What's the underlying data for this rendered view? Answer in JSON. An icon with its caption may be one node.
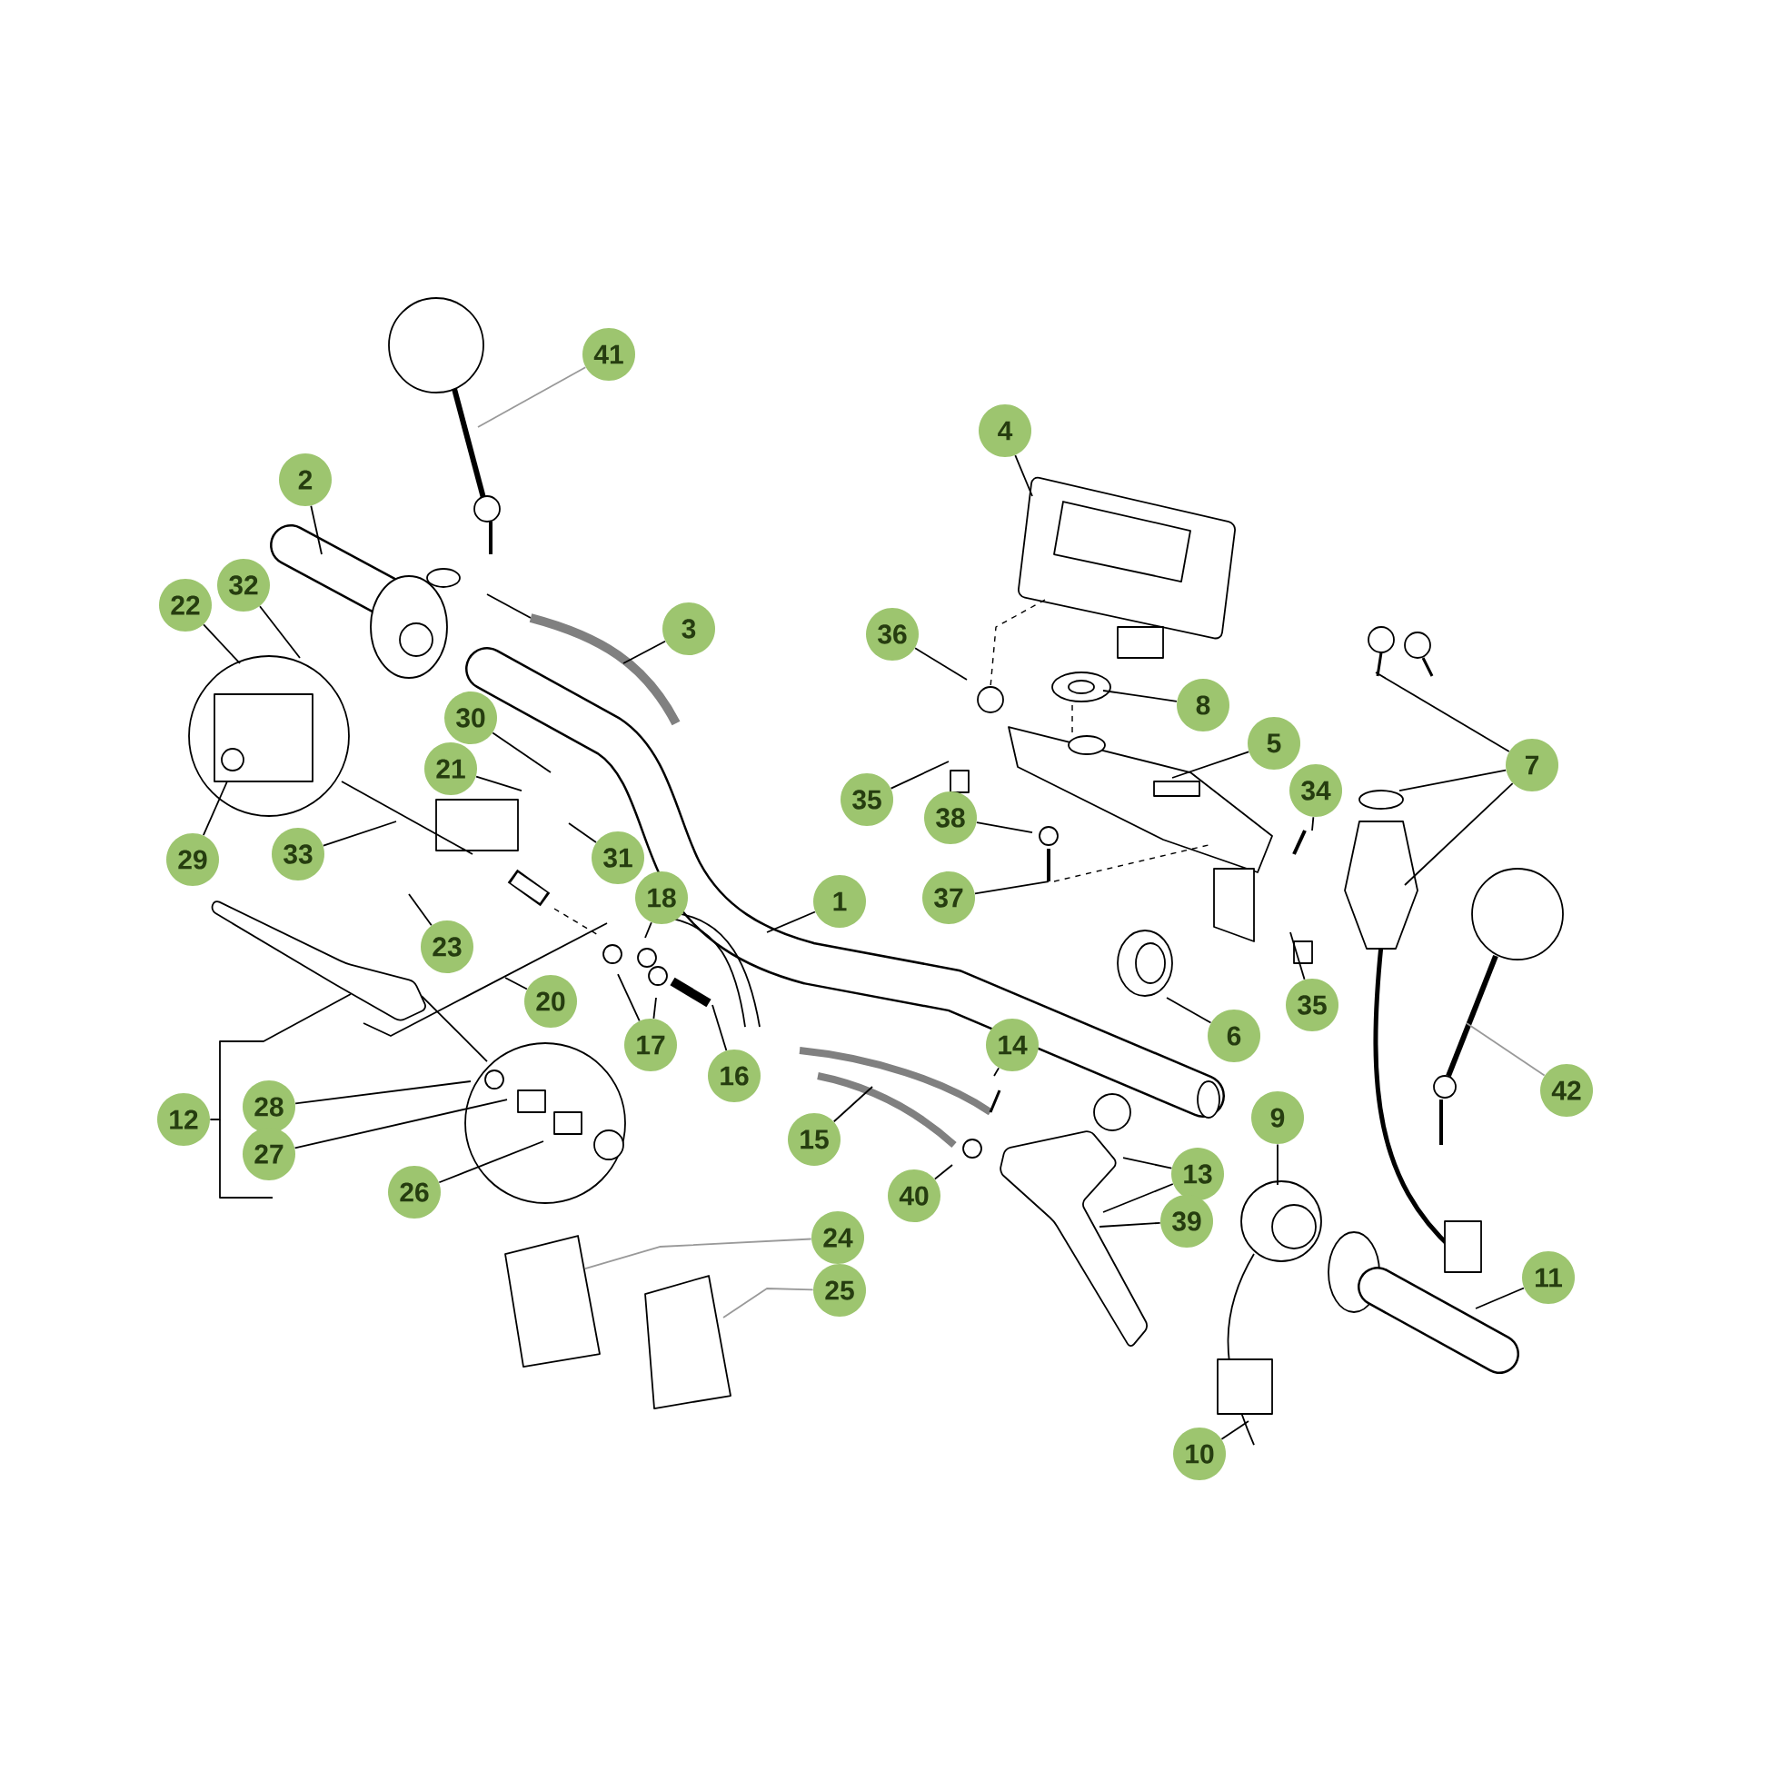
{
  "diagram": {
    "nodes": [
      {
        "text": [
          "41"
        ]
      },
      {
        "text": [
          "4"
        ]
      },
      {
        "text": [
          "2"
        ]
      },
      {
        "text": [
          "32"
        ]
      },
      {
        "text": [
          "22"
        ]
      },
      {
        "text": [
          "3"
        ]
      },
      {
        "text": [
          "36"
        ]
      },
      {
        "text": [
          "8"
        ]
      },
      {
        "text": [
          "30"
        ]
      },
      {
        "text": [
          "5"
        ]
      },
      {
        "text": [
          "7"
        ]
      },
      {
        "text": [
          "21"
        ]
      },
      {
        "text": [
          "34"
        ]
      },
      {
        "text": [
          "35"
        ]
      },
      {
        "text": [
          "38"
        ]
      },
      {
        "text": [
          "33"
        ]
      },
      {
        "text": [
          "31"
        ]
      },
      {
        "text": [
          "29"
        ]
      },
      {
        "text": [
          "37"
        ]
      },
      {
        "text": [
          "1"
        ]
      },
      {
        "text": [
          "18"
        ]
      },
      {
        "text": [
          "23"
        ]
      },
      {
        "text": [
          "20"
        ]
      },
      {
        "text": [
          "35"
        ]
      },
      {
        "text": [
          "6"
        ]
      },
      {
        "text": [
          "17"
        ]
      },
      {
        "text": [
          "14"
        ]
      },
      {
        "text": [
          "16"
        ]
      },
      {
        "text": [
          "42"
        ]
      },
      {
        "text": [
          "28"
        ]
      },
      {
        "text": [
          "9"
        ]
      },
      {
        "text": [
          "12"
        ]
      },
      {
        "text": [
          "15"
        ]
      },
      {
        "text": [
          "27"
        ]
      },
      {
        "text": [
          "13"
        ]
      },
      {
        "text": [
          "26"
        ]
      },
      {
        "text": [
          "40"
        ]
      },
      {
        "text": [
          "39"
        ]
      },
      {
        "text": [
          "24"
        ]
      },
      {
        "text": [
          "11"
        ]
      },
      {
        "text": [
          "25"
        ]
      },
      {
        "text": [
          "10"
        ]
      }
    ],
    "edges": [
      {
        "from": 0,
        "to": null,
        "arrow": "none",
        "color": "#999999"
      },
      {
        "from": 1,
        "to": null,
        "arrow": "none"
      },
      {
        "from": 2,
        "to": null,
        "arrow": "none"
      },
      {
        "from": 3,
        "to": null,
        "arrow": "none"
      },
      {
        "from": 4,
        "to": null,
        "arrow": "none"
      },
      {
        "from": 5,
        "to": null,
        "arrow": "none"
      },
      {
        "from": 6,
        "to": null,
        "arrow": "none"
      },
      {
        "from": 7,
        "to": null,
        "arrow": "none"
      },
      {
        "from": 8,
        "to": null,
        "arrow": "none"
      },
      {
        "from": 9,
        "to": null,
        "arrow": "none"
      },
      {
        "from": 10,
        "to": null,
        "arrow": "none"
      },
      {
        "from": 10,
        "to": null,
        "arrow": "none"
      },
      {
        "from": 10,
        "to": null,
        "arrow": "none"
      },
      {
        "from": 11,
        "to": null,
        "arrow": "none"
      },
      {
        "from": 12,
        "to": null,
        "arrow": "none"
      },
      {
        "from": 13,
        "to": null,
        "arrow": "none"
      },
      {
        "from": 14,
        "to": null,
        "arrow": "none"
      },
      {
        "from": 15,
        "to": null,
        "arrow": "none"
      },
      {
        "from": 16,
        "to": null,
        "arrow": "none"
      },
      {
        "from": 17,
        "to": null,
        "arrow": "none"
      },
      {
        "from": 18,
        "to": null,
        "arrow": "none"
      },
      {
        "from": 19,
        "to": null,
        "arrow": "none"
      },
      {
        "from": 20,
        "to": null,
        "arrow": "none"
      },
      {
        "from": 21,
        "to": null,
        "arrow": "none"
      },
      {
        "from": 22,
        "to": null,
        "arrow": "none"
      },
      {
        "from": 23,
        "to": null,
        "arrow": "none"
      },
      {
        "from": 24,
        "to": null,
        "arrow": "none"
      },
      {
        "from": 25,
        "to": null,
        "arrow": "none"
      },
      {
        "from": 25,
        "to": null,
        "arrow": "none"
      },
      {
        "from": 26,
        "to": null,
        "arrow": "none"
      },
      {
        "from": 27,
        "to": null,
        "arrow": "none"
      },
      {
        "from": 28,
        "to": null,
        "arrow": "none",
        "color": "#999999"
      },
      {
        "from": 29,
        "to": null,
        "arrow": "none"
      },
      {
        "from": 30,
        "to": null,
        "arrow": "none"
      },
      {
        "from": 31,
        "to": null,
        "arrow": "none"
      },
      {
        "from": 32,
        "to": null,
        "arrow": "none"
      },
      {
        "from": 33,
        "to": null,
        "arrow": "none"
      },
      {
        "from": 34,
        "to": null,
        "arrow": "none"
      },
      {
        "from": 34,
        "to": null,
        "arrow": "none"
      },
      {
        "from": 35,
        "to": null,
        "arrow": "none"
      },
      {
        "from": 36,
        "to": null,
        "arrow": "none"
      },
      {
        "from": 37,
        "to": null,
        "arrow": "none"
      },
      {
        "from": 38,
        "to": null,
        "arrow": "none",
        "color": "#999999"
      },
      {
        "from": 39,
        "to": null,
        "arrow": "none"
      },
      {
        "from": 40,
        "to": null,
        "arrow": "none",
        "color": "#999999"
      },
      {
        "from": 41,
        "to": null,
        "arrow": "none"
      }
    ]
  }
}
